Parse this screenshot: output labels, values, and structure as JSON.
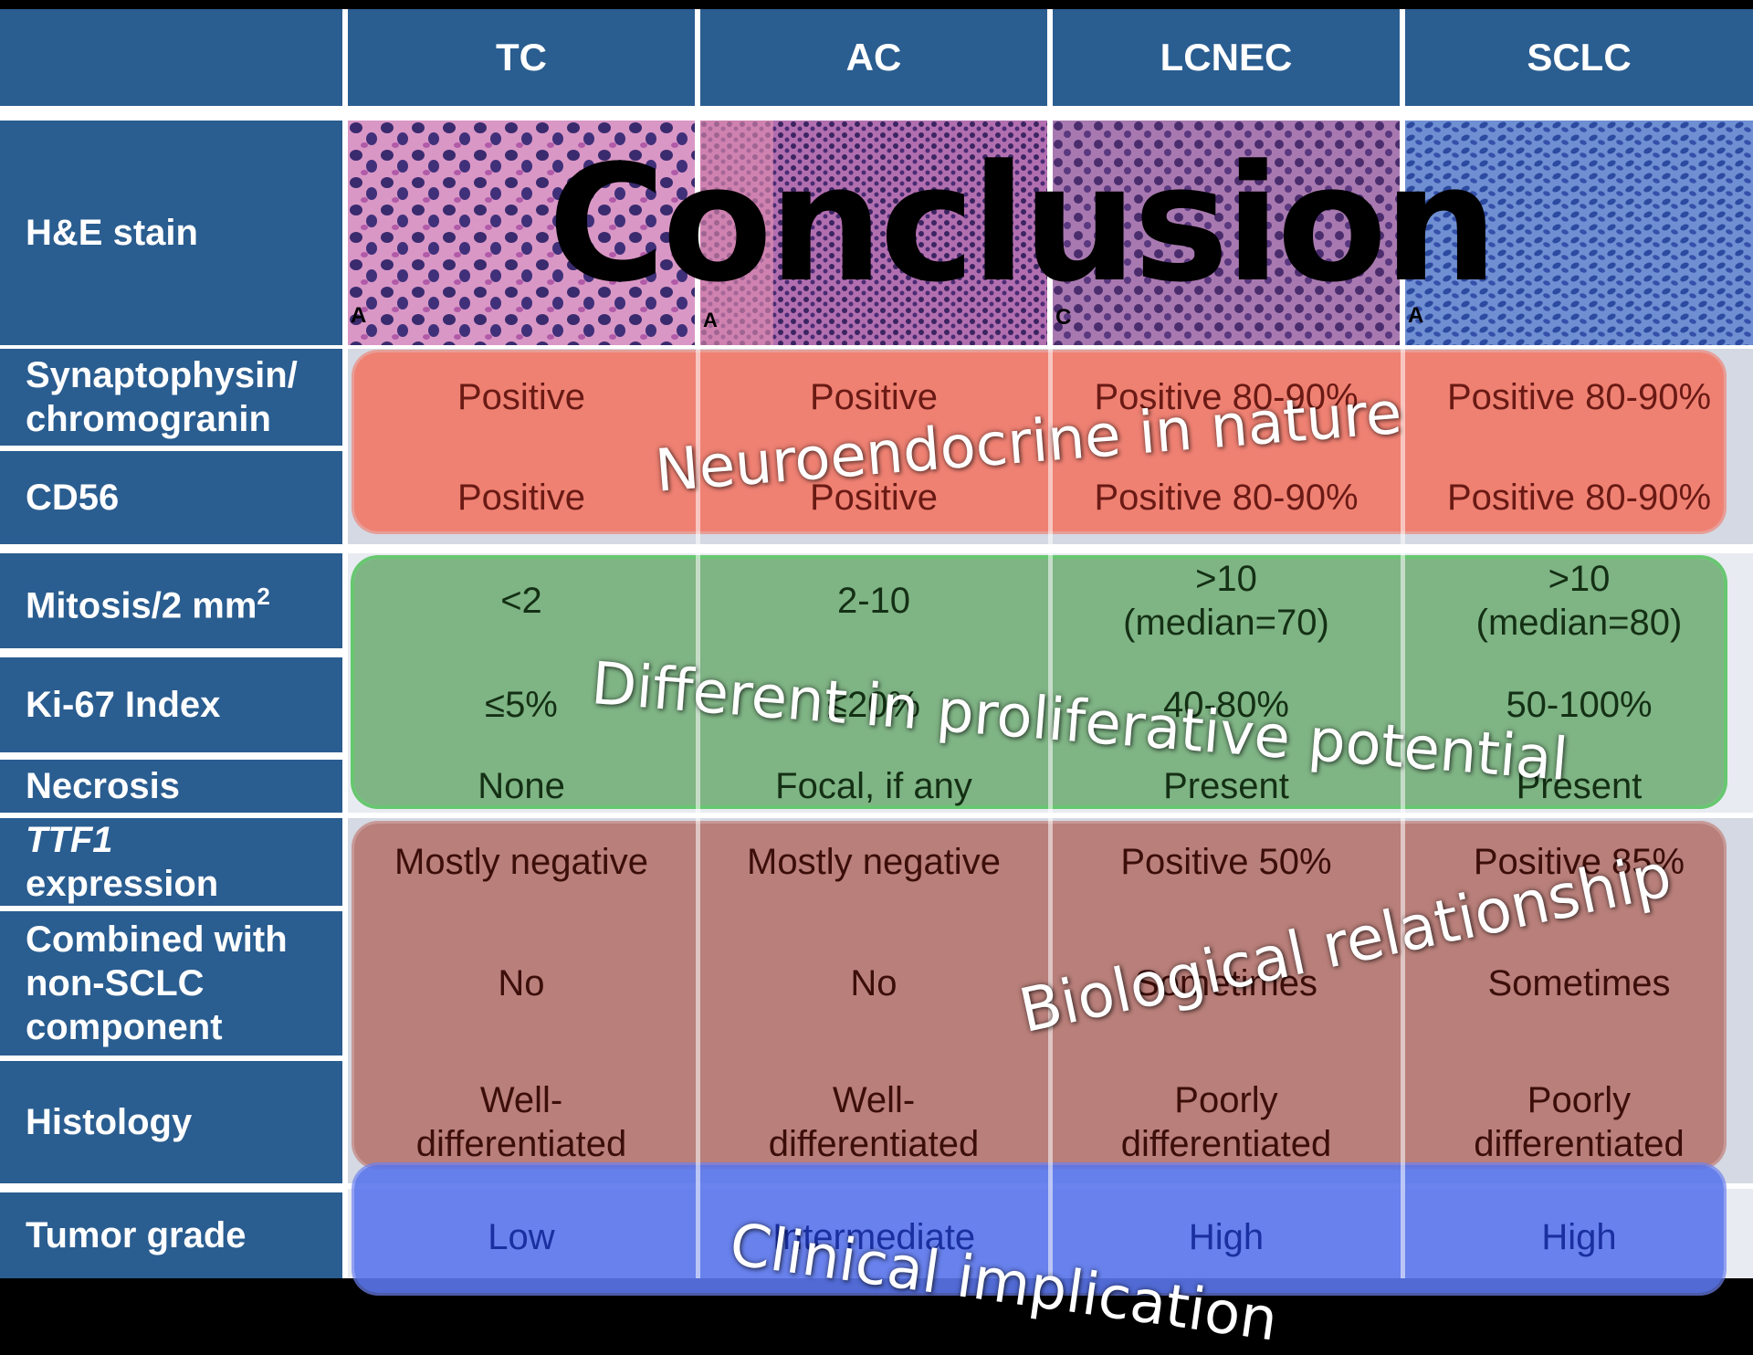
{
  "title": "Conclusion",
  "columns": [
    "TC",
    "AC",
    "LCNEC",
    "SCLC"
  ],
  "image_letters": [
    "A",
    "A",
    "C",
    "A"
  ],
  "rows": {
    "he": {
      "label": "H&E stain"
    },
    "syn": {
      "label1": "Synaptophysin/",
      "label2": "chromogranin",
      "values": [
        "Positive",
        "Positive",
        "Positive 80-90%",
        "Positive 80-90%"
      ]
    },
    "cd56": {
      "label": "CD56",
      "values": [
        "Positive",
        "Positive",
        "Positive 80-90%",
        "Positive 80-90%"
      ]
    },
    "mitosis": {
      "label": "Mitosis/2 mm",
      "label_sup": "2",
      "values": [
        [
          "<2"
        ],
        [
          "2-10"
        ],
        [
          ">10",
          "(median=70)"
        ],
        [
          ">10",
          "(median=80)"
        ]
      ]
    },
    "ki67": {
      "label": "Ki-67 Index",
      "values": [
        "≤5%",
        "≤20%",
        "40-80%",
        "50-100%"
      ]
    },
    "necrosis": {
      "label": "Necrosis",
      "values": [
        "None",
        "Focal, if any",
        "Present",
        "Present"
      ]
    },
    "ttf1": {
      "label1": "TTF1",
      "label2": "expression",
      "values": [
        "Mostly negative",
        "Mostly negative",
        "Positive 50%",
        "Positive 85%"
      ]
    },
    "combined": {
      "label1": "Combined with",
      "label2": "non-SCLC",
      "label3": "component",
      "values": [
        "No",
        "No",
        "Sometimes",
        "Sometimes"
      ]
    },
    "histology": {
      "label": "Histology",
      "values": [
        [
          "Well-",
          "differentiated"
        ],
        [
          "Well-",
          "differentiated"
        ],
        [
          "Poorly",
          "differentiated"
        ],
        [
          "Poorly",
          "differentiated"
        ]
      ]
    },
    "grade": {
      "label": "Tumor grade",
      "values": [
        "Low",
        "Intermediate",
        "High",
        "High"
      ]
    }
  },
  "captions": {
    "neuro": "Neuroendocrine in nature",
    "prolif": "Different in proliferative potential",
    "bio": "Biological relationship",
    "clinical": "Clinical implication"
  },
  "colors": {
    "header_blue": "#2a5d90",
    "red_overlay": "#f56e5a",
    "green_overlay": "#5aa05f",
    "brown_overlay": "#af5c52",
    "blue_overlay": "#5a76eb"
  }
}
